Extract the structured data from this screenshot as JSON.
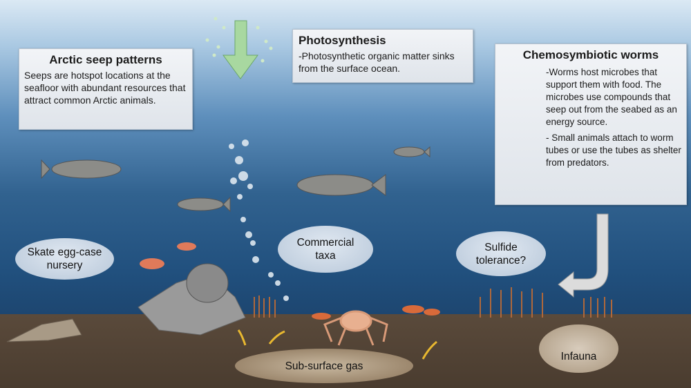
{
  "arctic_box": {
    "title": "Arctic seep patterns",
    "text": "Seeps are hotspot locations at the seafloor with abundant resources that attract common Arctic animals."
  },
  "photo_box": {
    "title": "Photosynthesis",
    "text": "-Photosynthetic organic matter sinks from the surface ocean."
  },
  "chemo_box": {
    "title": "Chemosymbiotic worms",
    "text1": "-Worms host microbes that support them with food. The microbes use compounds that seep out from the seabed as an energy source.",
    "text2": "- Small animals attach to worm tubes or use  the tubes as shelter from predators."
  },
  "labels": {
    "skate": "Skate egg-case nursery",
    "commercial": "Commercial taxa",
    "sulfide": "Sulfide tolerance?",
    "gas": "Sub-surface gas",
    "infauna": "Infauna"
  },
  "colors": {
    "arrow_green": "#a8d8a0",
    "seafloor": "#4a3c2f",
    "water_deep": "#21507e"
  }
}
